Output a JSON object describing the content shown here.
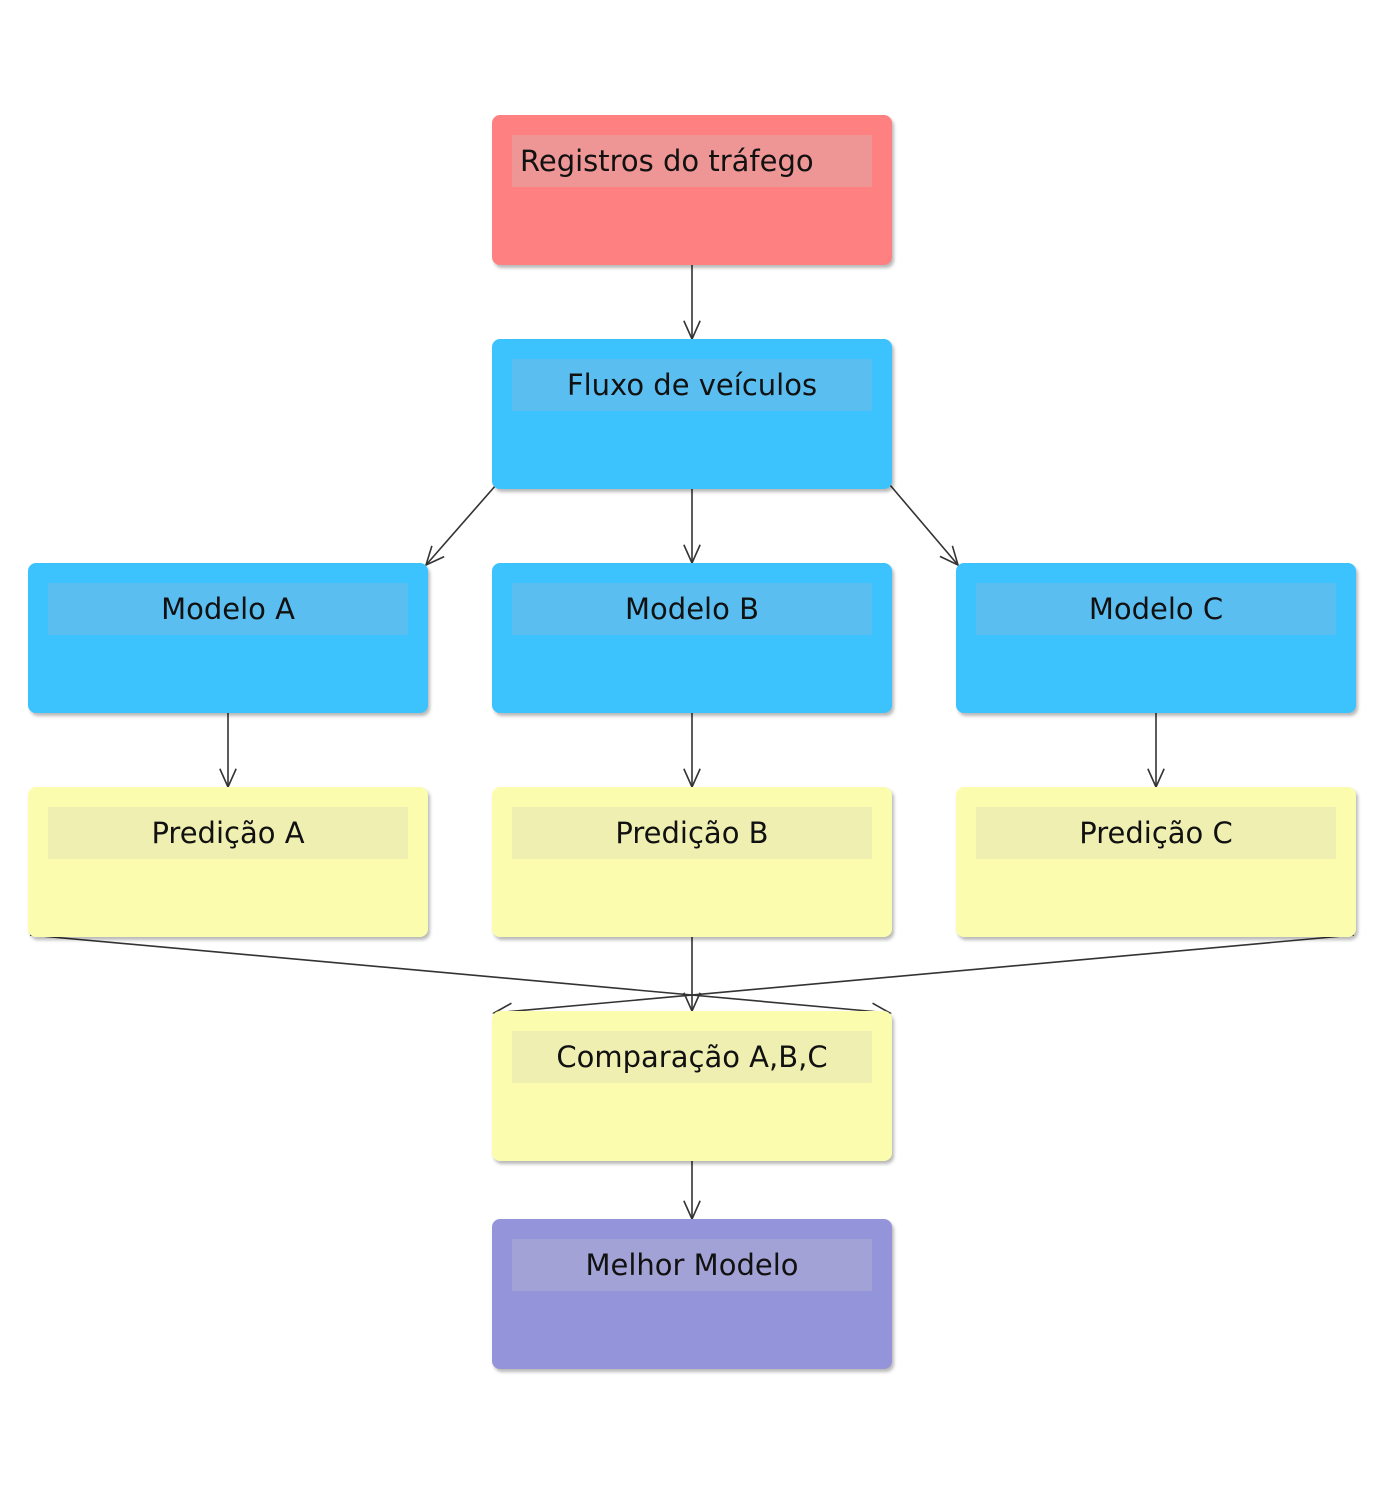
{
  "colors": {
    "red": "#ff8080",
    "red_band": "#ee9696",
    "blue": "#3cc2fd",
    "blue_band": "#5bbef0",
    "yellow": "#fcfcae",
    "yellow_band": "#efefb2",
    "purple": "#9494db",
    "purple_band": "#a2a2d6",
    "edge": "#333333"
  },
  "nodes": {
    "registros": "Registros do tráfego",
    "fluxo": "Fluxo de veículos",
    "modelo_a": "Modelo A",
    "modelo_b": "Modelo B",
    "modelo_c": "Modelo C",
    "pred_a": "Predição A",
    "pred_b": "Predição B",
    "pred_c": "Predição C",
    "comparacao": "Comparação A,B,C",
    "melhor": "Melhor Modelo"
  },
  "edges": [
    {
      "from": "registros",
      "to": "fluxo"
    },
    {
      "from": "fluxo",
      "to": "modelo_a"
    },
    {
      "from": "fluxo",
      "to": "modelo_b"
    },
    {
      "from": "fluxo",
      "to": "modelo_c"
    },
    {
      "from": "modelo_a",
      "to": "pred_a"
    },
    {
      "from": "modelo_b",
      "to": "pred_b"
    },
    {
      "from": "modelo_c",
      "to": "pred_c"
    },
    {
      "from": "pred_a",
      "to": "comparacao"
    },
    {
      "from": "pred_b",
      "to": "comparacao"
    },
    {
      "from": "pred_c",
      "to": "comparacao"
    },
    {
      "from": "comparacao",
      "to": "melhor"
    }
  ]
}
